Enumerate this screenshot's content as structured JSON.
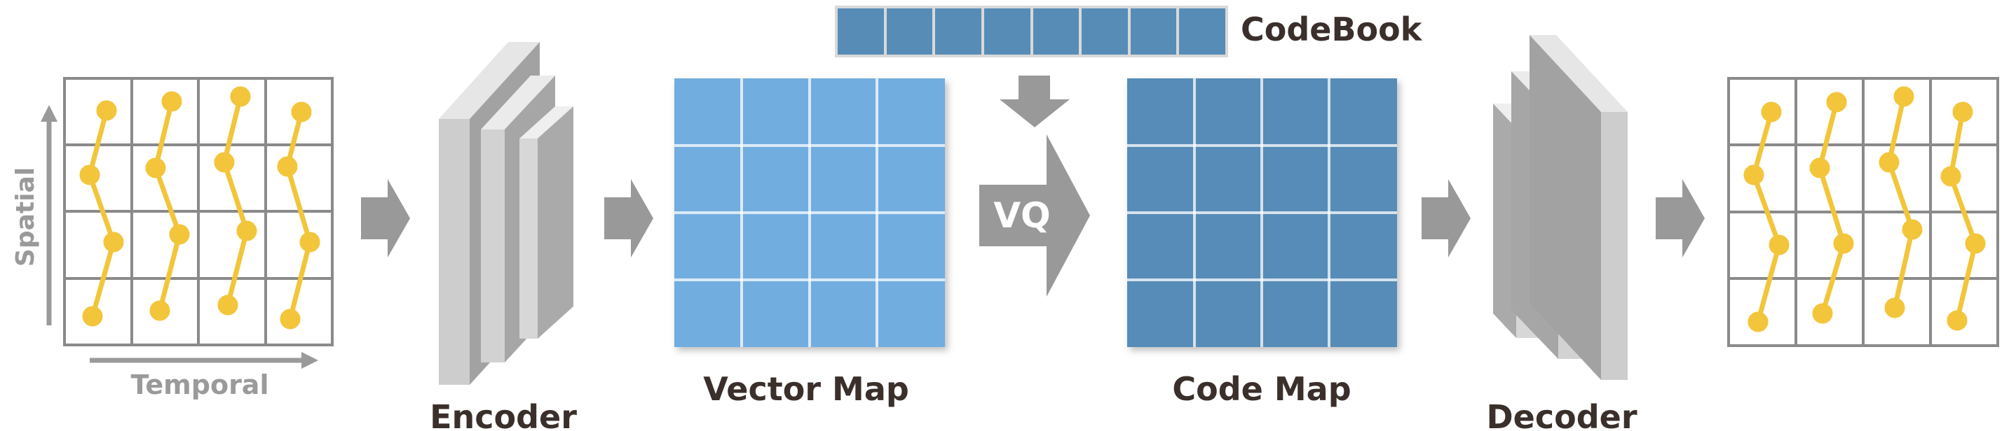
{
  "labels": {
    "codebook": "CodeBook",
    "spatial": "Spatial",
    "temporal": "Temporal",
    "encoder": "Encoder",
    "vector_map": "Vector Map",
    "vq": "VQ",
    "code_map": "Code Map",
    "decoder": "Decoder"
  },
  "colors": {
    "vector_map_cell": "#72ADDF",
    "code_map_cell": "#578CB7",
    "codebook_cell": "#578CB7",
    "trajectory": "#F2C53A",
    "grid_line": "#8a8a8a",
    "arrow": "#999999",
    "layer_light": "#cdcdcd",
    "layer_dark": "#9e9e9e",
    "label_text": "#3a2f2a"
  },
  "icons": {
    "flow_arrow": "right-block-arrow",
    "codebook_arrow": "down-block-arrow",
    "vq_arrow": "right-chevron-arrow"
  }
}
